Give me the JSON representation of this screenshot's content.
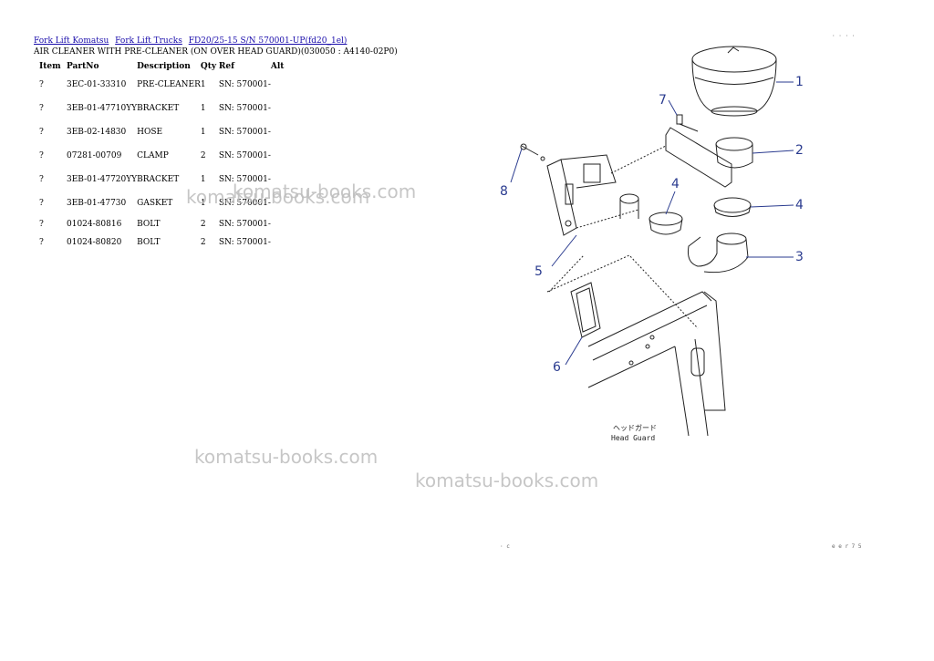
{
  "breadcrumb": [
    {
      "label": "Fork Lift Komatsu"
    },
    {
      "label": "Fork Lift Trucks"
    },
    {
      "label": "FD20/25-15 S/N 570001-UP(fd20_1el)"
    }
  ],
  "subtitle": "AIR CLEANER WITH PRE-CLEANER (ON OVER HEAD GUARD)(030050 : A4140-02P0)",
  "table": {
    "headers": [
      "Item",
      "PartNo",
      "Description",
      "Qty",
      "Ref",
      "Alt"
    ],
    "rows": [
      {
        "item": "?",
        "part": "3EC-01-33310",
        "desc": "PRE-CLEANER",
        "qty": "1",
        "ref": "SN: 570001-",
        "alt": ""
      },
      {
        "item": "?",
        "part": "3EB-01-47710YY",
        "desc": "BRACKET",
        "qty": "1",
        "ref": "SN: 570001-",
        "alt": ""
      },
      {
        "item": "?",
        "part": "3EB-02-14830",
        "desc": "HOSE",
        "qty": "1",
        "ref": "SN: 570001-",
        "alt": ""
      },
      {
        "item": "?",
        "part": "07281-00709",
        "desc": "CLAMP",
        "qty": "2",
        "ref": "SN: 570001-",
        "alt": ""
      },
      {
        "item": "?",
        "part": "3EB-01-47720YY",
        "desc": "BRACKET",
        "qty": "1",
        "ref": "SN: 570001-",
        "alt": ""
      },
      {
        "item": "?",
        "part": "3EB-01-47730",
        "desc": "GASKET",
        "qty": "1",
        "ref": "SN: 570001-",
        "alt": ""
      },
      {
        "item": "?",
        "part": "01024-80816",
        "desc": "BOLT",
        "qty": "2",
        "ref": "SN: 570001-",
        "alt": ""
      },
      {
        "item": "?",
        "part": "01024-80820",
        "desc": "BOLT",
        "qty": "2",
        "ref": "SN: 570001-",
        "alt": ""
      }
    ]
  },
  "watermarks": [
    "komatsu-books.com",
    "komatsu-books.com",
    "komatsu-books.com",
    "komatsu-books.com"
  ],
  "diagram": {
    "callouts": [
      "1",
      "2",
      "3",
      "4",
      "4",
      "5",
      "6",
      "7",
      "8"
    ],
    "caption_jp": "ヘッドガード",
    "caption_en": "Head Guard"
  },
  "corners": {
    "top_right": "· · · ·",
    "bottom_mid": "· c",
    "bottom_right": "e e r 7 5"
  }
}
